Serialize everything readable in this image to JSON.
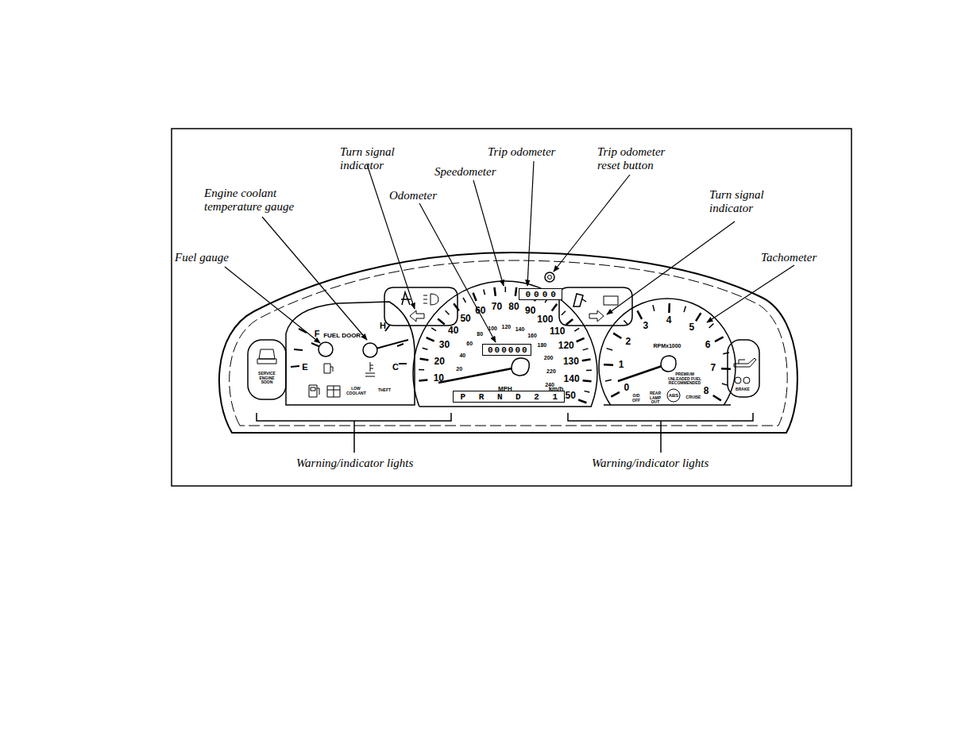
{
  "diagram": {
    "nodes": [
      {
        "text": [
          "0000"
        ]
      },
      {
        "text": [
          "000000"
        ]
      },
      {
        "text": [
          "P R N D 2 1"
        ]
      }
    ],
    "labels": [
      "Turn signal indicator",
      "Trip odometer",
      "Speedometer",
      "Trip odometer reset button",
      "Engine coolant temperature gauge",
      "Odometer",
      "Turn signal indicator",
      "Fuel gauge",
      "Tachometer",
      "Warning/indicator lights",
      "Warning/indicator lights",
      "F",
      "H",
      "FUEL DOOR>",
      "E",
      "C",
      "SERVICE ENGINE SOON",
      "LOW COOLANT",
      "THEFT",
      "10",
      "20",
      "30",
      "40",
      "50",
      "60",
      "70",
      "80",
      "90",
      "100",
      "110",
      "120",
      "130",
      "140",
      "150",
      "20",
      "40",
      "60",
      "80",
      "100",
      "120",
      "140",
      "160",
      "180",
      "200",
      "220",
      "240",
      "MPH",
      "km/h",
      "0",
      "1",
      "2",
      "3",
      "4",
      "5",
      "6",
      "7",
      "8",
      "RPMx1000",
      "PREMIUM UNLEADED FUEL RECOMMENDED",
      "O/D OFF",
      "REAR LAMP OUT",
      "ABS",
      "CRUISE",
      "BRAKE"
    ]
  }
}
